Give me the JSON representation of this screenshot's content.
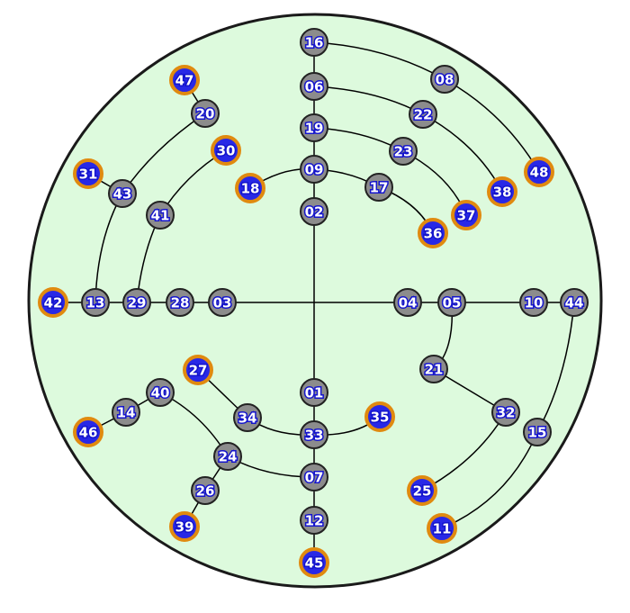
{
  "diagram": {
    "colors": {
      "background": "#ffffff",
      "board_fill": "#ddfadd",
      "board_stroke": "#1a1a1a",
      "edge": "#000000",
      "node_fill": "#8c8c8c",
      "node_ring": "#222222",
      "leaf_fill": "#2828e6",
      "leaf_ring": "#e08a10",
      "label_fill": "#ffffff",
      "label_stroke": "#1414cc"
    },
    "nodes": [
      {
        "id": "16",
        "kind": "inner"
      },
      {
        "id": "08",
        "kind": "inner"
      },
      {
        "id": "48",
        "kind": "leaf"
      },
      {
        "id": "06",
        "kind": "inner"
      },
      {
        "id": "22",
        "kind": "inner"
      },
      {
        "id": "38",
        "kind": "leaf"
      },
      {
        "id": "19",
        "kind": "inner"
      },
      {
        "id": "23",
        "kind": "inner"
      },
      {
        "id": "37",
        "kind": "leaf"
      },
      {
        "id": "09",
        "kind": "inner"
      },
      {
        "id": "17",
        "kind": "inner"
      },
      {
        "id": "36",
        "kind": "leaf"
      },
      {
        "id": "18",
        "kind": "leaf"
      },
      {
        "id": "02",
        "kind": "inner"
      },
      {
        "id": "47",
        "kind": "leaf"
      },
      {
        "id": "20",
        "kind": "inner"
      },
      {
        "id": "31",
        "kind": "leaf"
      },
      {
        "id": "43",
        "kind": "inner"
      },
      {
        "id": "30",
        "kind": "leaf"
      },
      {
        "id": "41",
        "kind": "inner"
      },
      {
        "id": "42",
        "kind": "leaf"
      },
      {
        "id": "13",
        "kind": "inner"
      },
      {
        "id": "29",
        "kind": "inner"
      },
      {
        "id": "28",
        "kind": "inner"
      },
      {
        "id": "03",
        "kind": "inner"
      },
      {
        "id": "04",
        "kind": "inner"
      },
      {
        "id": "05",
        "kind": "inner"
      },
      {
        "id": "10",
        "kind": "inner"
      },
      {
        "id": "44",
        "kind": "inner"
      },
      {
        "id": "21",
        "kind": "inner"
      },
      {
        "id": "32",
        "kind": "inner"
      },
      {
        "id": "15",
        "kind": "inner"
      },
      {
        "id": "25",
        "kind": "leaf"
      },
      {
        "id": "11",
        "kind": "leaf"
      },
      {
        "id": "27",
        "kind": "leaf"
      },
      {
        "id": "40",
        "kind": "inner"
      },
      {
        "id": "14",
        "kind": "inner"
      },
      {
        "id": "46",
        "kind": "leaf"
      },
      {
        "id": "34",
        "kind": "inner"
      },
      {
        "id": "01",
        "kind": "inner"
      },
      {
        "id": "33",
        "kind": "inner"
      },
      {
        "id": "35",
        "kind": "leaf"
      },
      {
        "id": "24",
        "kind": "inner"
      },
      {
        "id": "26",
        "kind": "inner"
      },
      {
        "id": "39",
        "kind": "leaf"
      },
      {
        "id": "07",
        "kind": "inner"
      },
      {
        "id": "12",
        "kind": "inner"
      },
      {
        "id": "45",
        "kind": "leaf"
      }
    ],
    "edges": [
      [
        "16",
        "06"
      ],
      [
        "06",
        "19"
      ],
      [
        "19",
        "09"
      ],
      [
        "09",
        "02"
      ],
      [
        "02",
        "01"
      ],
      [
        "01",
        "33"
      ],
      [
        "33",
        "07"
      ],
      [
        "07",
        "12"
      ],
      [
        "12",
        "45"
      ],
      [
        "16",
        "08"
      ],
      [
        "08",
        "48"
      ],
      [
        "06",
        "22"
      ],
      [
        "22",
        "38"
      ],
      [
        "19",
        "23"
      ],
      [
        "23",
        "37"
      ],
      [
        "09",
        "17"
      ],
      [
        "17",
        "36"
      ],
      [
        "18",
        "09"
      ],
      [
        "47",
        "20"
      ],
      [
        "20",
        "43"
      ],
      [
        "31",
        "43"
      ],
      [
        "43",
        "13"
      ],
      [
        "30",
        "41"
      ],
      [
        "41",
        "29"
      ],
      [
        "42",
        "13"
      ],
      [
        "13",
        "29"
      ],
      [
        "29",
        "28"
      ],
      [
        "28",
        "03"
      ],
      [
        "03",
        "04"
      ],
      [
        "04",
        "05"
      ],
      [
        "05",
        "10"
      ],
      [
        "10",
        "44"
      ],
      [
        "05",
        "21"
      ],
      [
        "21",
        "32"
      ],
      [
        "32",
        "25"
      ],
      [
        "44",
        "15"
      ],
      [
        "15",
        "11"
      ],
      [
        "27",
        "34"
      ],
      [
        "34",
        "33"
      ],
      [
        "33",
        "35"
      ],
      [
        "46",
        "14"
      ],
      [
        "14",
        "40"
      ],
      [
        "40",
        "24"
      ],
      [
        "24",
        "07"
      ],
      [
        "24",
        "26"
      ],
      [
        "26",
        "39"
      ]
    ]
  }
}
